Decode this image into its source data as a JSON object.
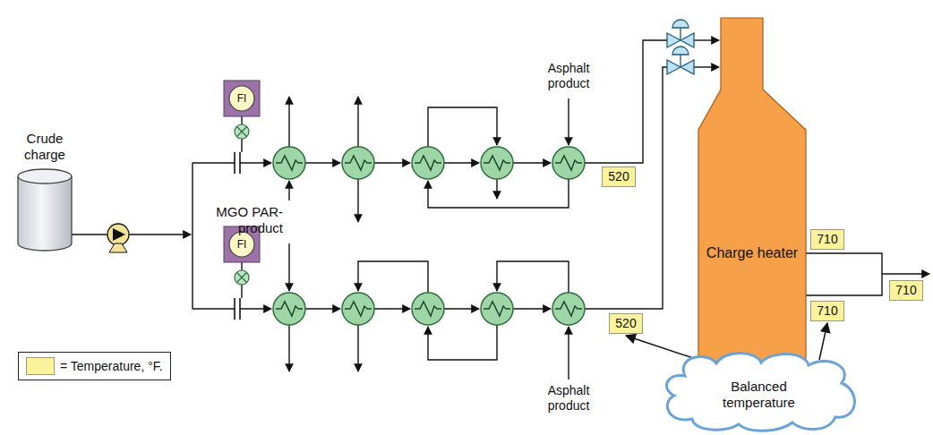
{
  "diagram": {
    "nodes": [
      {
        "text": [
          "Crude charge"
        ]
      },
      {
        "text": [
          "FI"
        ]
      },
      {
        "text": [
          "FI"
        ]
      },
      {
        "text": [
          "520"
        ]
      },
      {
        "text": [
          "Charge heater"
        ]
      },
      {
        "text": [
          "710"
        ]
      },
      {
        "text": [
          "710"
        ]
      },
      {
        "text": [
          "710"
        ]
      },
      {
        "text": [
          "520"
        ]
      },
      {
        "text": [
          "Balanced temperature"
        ]
      }
    ],
    "edges": [
      {
        "from": 9,
        "to": 8,
        "arrow": "to"
      },
      {
        "from": 9,
        "to": 6,
        "arrow": "to"
      }
    ],
    "labels": [
      "MGO PAR-product",
      "Asphalt product",
      "Asphalt product"
    ],
    "legend": [
      {
        "text": "= Temperature, °F.",
        "color": "#fbf29c"
      }
    ]
  }
}
